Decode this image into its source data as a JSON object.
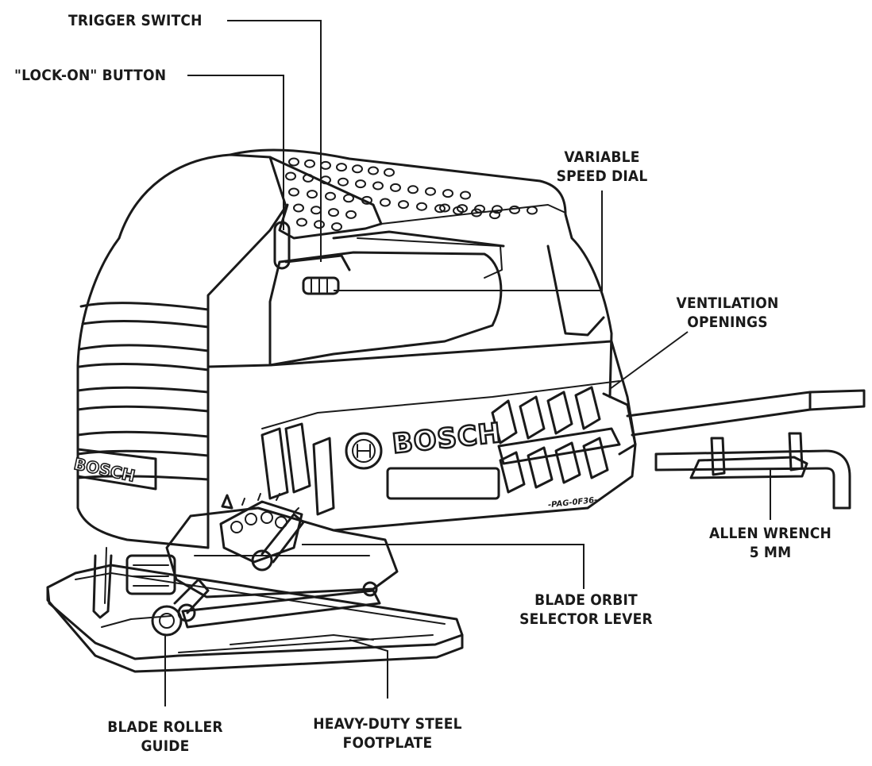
{
  "brand": {
    "housing_logo": "BOSCH",
    "side_logo": "BOSCH",
    "model_plate": "-PAG-0F36-"
  },
  "callouts": {
    "trigger_switch": "TRIGGER SWITCH",
    "lock_on_button": "\"LOCK-ON\" BUTTON",
    "variable_speed_dial": [
      "VARIABLE",
      "SPEED DIAL"
    ],
    "ventilation_openings": [
      "VENTILATION",
      "OPENINGS"
    ],
    "allen_wrench": [
      "ALLEN WRENCH",
      "5 MM"
    ],
    "blade_orbit_selector_lever": [
      "BLADE ORBIT",
      "SELECTOR LEVER"
    ],
    "heavy_duty_steel_footplate": [
      "HEAVY-DUTY STEEL",
      "FOOTPLATE"
    ],
    "blade_roller_guide": [
      "BLADE ROLLER",
      "GUIDE"
    ]
  },
  "colors": {
    "line": "#1a1a1a",
    "background": "#ffffff"
  }
}
